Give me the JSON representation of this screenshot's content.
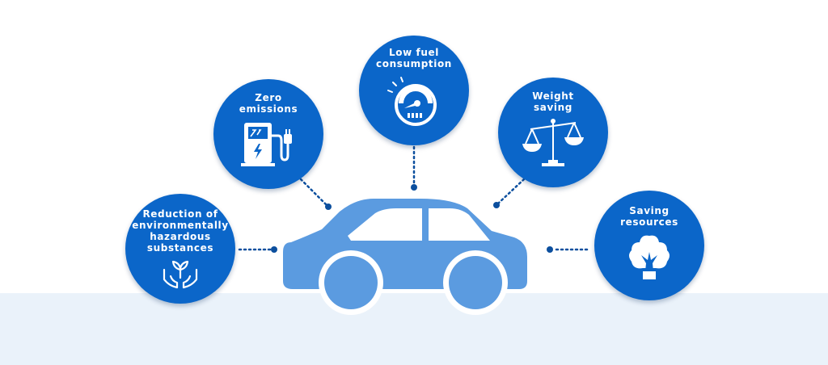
{
  "colors": {
    "circle": "#0b66c9",
    "car": "#5b9be0",
    "wheel": "#5b9be0",
    "link": "#0c4f9e",
    "ground": "#eaf2fa"
  },
  "benefits": {
    "reduction": {
      "label": "Reduction of\nenvironmentally\nhazardous\nsubstances",
      "icon": "plant-in-hands-icon"
    },
    "zero": {
      "label": "Zero\nemissions",
      "icon": "ev-charger-icon"
    },
    "fuel": {
      "label": "Low fuel\nconsumption",
      "icon": "gauge-icon"
    },
    "weight": {
      "label": "Weight\nsaving",
      "icon": "balance-scale-icon"
    },
    "saving": {
      "label": "Saving\nresources",
      "icon": "tree-icon"
    }
  }
}
